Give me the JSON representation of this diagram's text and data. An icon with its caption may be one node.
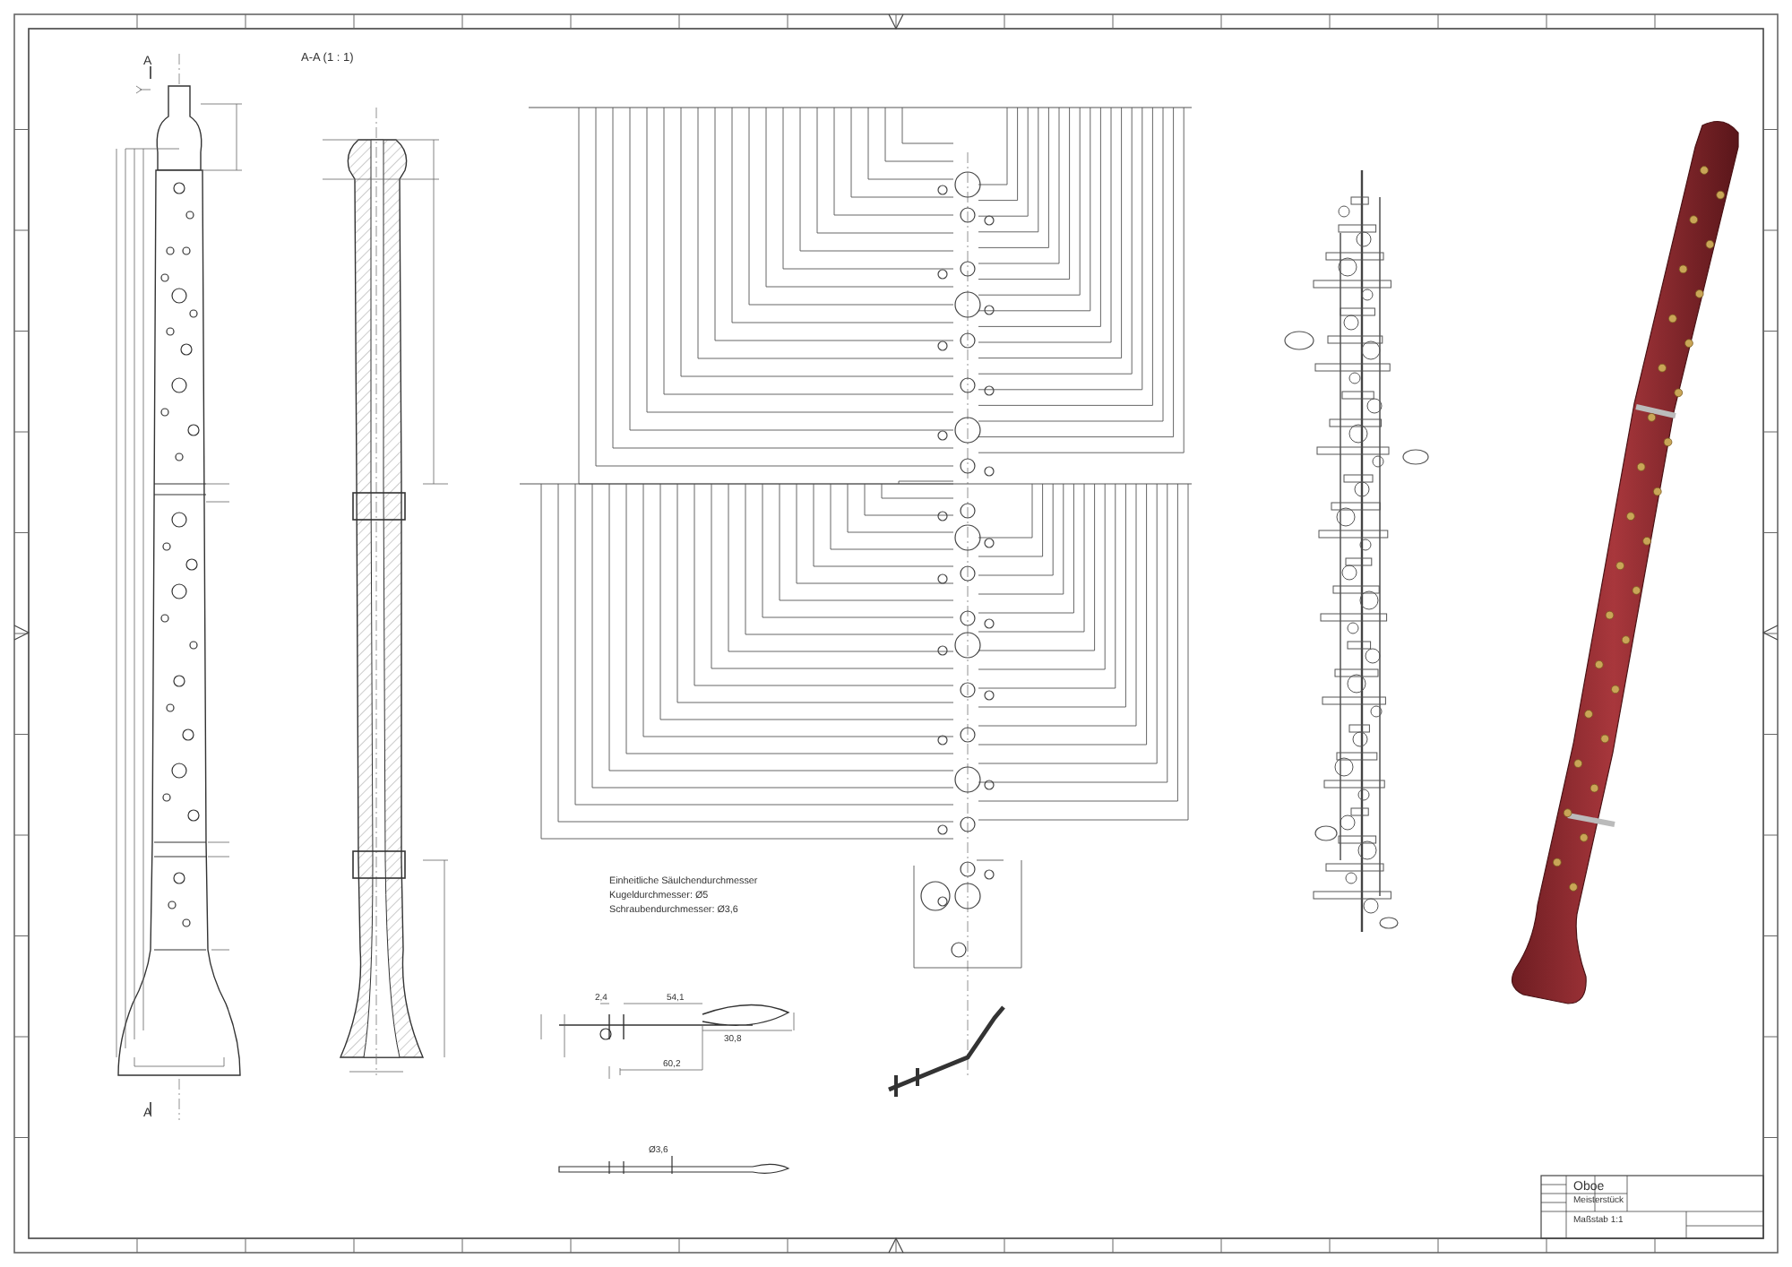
{
  "diagram": {
    "labels": [
      "A",
      "A",
      "A-A (1 : 1)",
      "Einheitliche Säulchendurchmesser",
      "Kugeldurchmesser: Ø5",
      "Schraubendurchmesser: Ø3,6",
      "2,4",
      "54,1",
      "30,8",
      "60,2",
      "Ø3,6",
      "Oboe",
      "Meisterstück",
      "Maßstab 1:1"
    ]
  }
}
